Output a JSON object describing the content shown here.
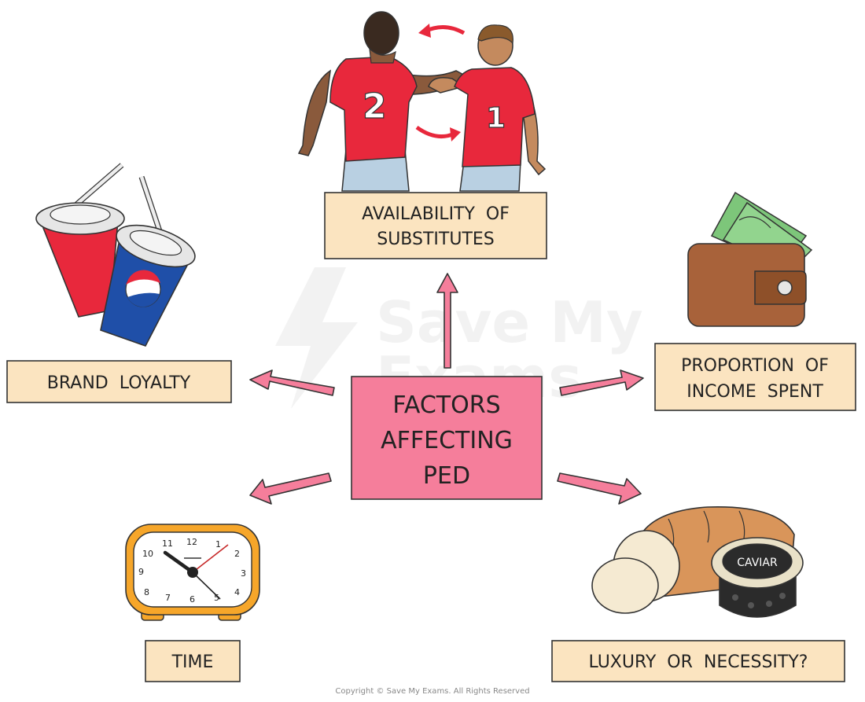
{
  "center": {
    "line1": "FACTORS",
    "line2": "AFFECTING",
    "line3": "PED"
  },
  "factors": {
    "substitutes": {
      "line1": "AVAILABILITY  OF",
      "line2": "SUBSTITUTES"
    },
    "brand": {
      "line1": "BRAND  LOYALTY"
    },
    "income": {
      "line1": "PROPORTION  OF",
      "line2": "INCOME  SPENT"
    },
    "time": {
      "line1": "TIME"
    },
    "luxury": {
      "line1": "LUXURY  OR  NECESSITY?"
    }
  },
  "illustrations": {
    "player_left_number": "2",
    "player_right_number": "1",
    "caviar_label": "CAVIAR",
    "clock_numbers": [
      "12",
      "1",
      "2",
      "3",
      "4",
      "5",
      "6",
      "7",
      "8",
      "9",
      "10",
      "11"
    ]
  },
  "watermark": {
    "line1": "Save My",
    "line2": "Exams"
  },
  "footer": {
    "copyright": "Copyright © Save My Exams. All Rights Reserved"
  },
  "colors": {
    "box": "#fbe4c0",
    "center": "#f57e9b",
    "shirt": "#e8283c",
    "cup_red": "#e8283c",
    "cup_blue": "#1f4fa8",
    "wallet": "#a8623a",
    "clock": "#f6a62a"
  }
}
